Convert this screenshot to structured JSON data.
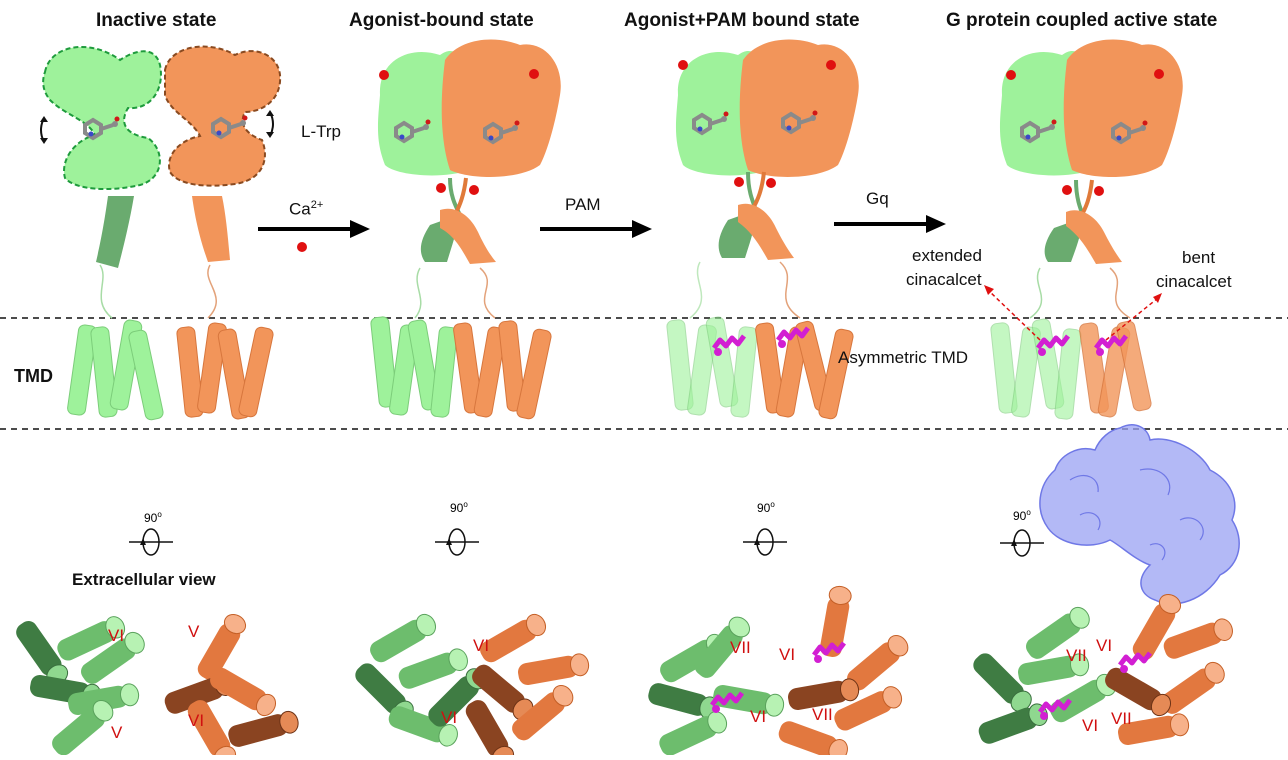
{
  "titles": {
    "inactive": "Inactive state",
    "agonist": "Agonist-bound state",
    "agonist_pam": "Agonist+PAM  bound state",
    "gprotein": "G protein coupled active state"
  },
  "labels": {
    "ltrp": "L-Trp",
    "tmd": "TMD",
    "asym_tmd": "Asymmetric TMD",
    "extended": [
      "extended",
      "cinacalcet"
    ],
    "bent": [
      "bent",
      "cinacalcet"
    ],
    "extracellular": "Extracellular  view",
    "rotation": "90",
    "rotation_unit": "o"
  },
  "arrows": {
    "ca_base": "Ca",
    "ca_sup": "2+",
    "pam": "PAM",
    "gq": "Gq"
  },
  "helix_labels": {
    "p1": [
      "VI",
      "V",
      "V",
      "VI"
    ],
    "p2": [
      "VI",
      "VI"
    ],
    "p3": [
      "VII",
      "VI",
      "VI",
      "VII"
    ],
    "p4": [
      "VII",
      "VI",
      "VI",
      "VII"
    ]
  },
  "colors": {
    "green_fill": "#9ef29b",
    "green_dark": "#3f9a4a",
    "orange_fill": "#f2955a",
    "orange_dark": "#b9602c",
    "calcium": "#e01010",
    "pam": "#d21fd2",
    "gprotein": "#8f96f2"
  }
}
